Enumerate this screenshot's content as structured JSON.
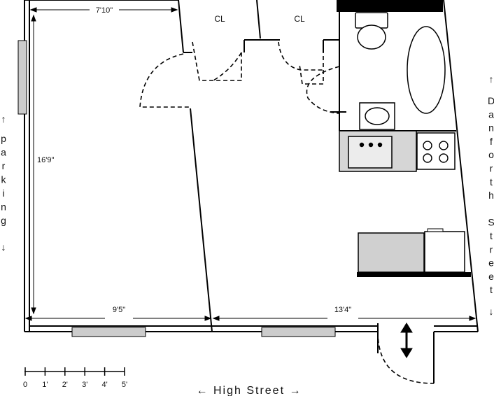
{
  "labels": {
    "closet_left": "CL",
    "closet_right": "CL"
  },
  "dimensions": {
    "top_width": "7'10\"",
    "left_height": "16'9\"",
    "bottom_left": "9'5\"",
    "bottom_right": "13'4\""
  },
  "streets": {
    "bottom": "← High Street →",
    "right_arrow_up": "↑",
    "right_arrow_down": "↓",
    "right_letters": [
      "D",
      "a",
      "n",
      "f",
      "o",
      "r",
      "t",
      "h",
      "",
      "S",
      "t",
      "r",
      "e",
      "e",
      "t"
    ]
  },
  "parking": {
    "arrow_up": "↑",
    "arrow_down": "↓",
    "letters": [
      "p",
      "a",
      "r",
      "k",
      "i",
      "n",
      "g"
    ]
  },
  "scale_bar": {
    "ticks": [
      "0",
      "1'",
      "2'",
      "3'",
      "4'",
      "5'"
    ]
  },
  "colors": {
    "wall": "#000000",
    "window": "#cccccc",
    "appliance": "#d0d0d0",
    "counter": "#d6d6d6"
  }
}
